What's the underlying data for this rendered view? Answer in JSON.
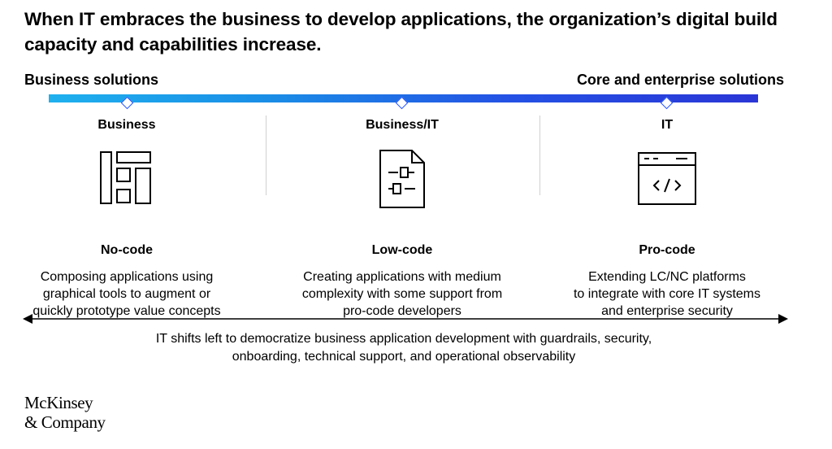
{
  "title": "When IT embraces the business to develop applications, the organization’s digital build capacity and capabilities increase.",
  "spectrum": {
    "left_label": "Business solutions",
    "right_label": "Core and enterprise solutions",
    "colors": {
      "start": "#1fb0ee",
      "end": "#2a36d6",
      "marker": "#2251ff"
    }
  },
  "columns": [
    {
      "header": "Business",
      "icon": "layout-grid-icon",
      "name": "No-code",
      "description": [
        "Composing applications using",
        "graphical tools to augment or",
        "quickly prototype value concepts"
      ]
    },
    {
      "header": "Business/IT",
      "icon": "document-components-icon",
      "name": "Low-code",
      "description": [
        "Creating applications with medium",
        "complexity with some support from",
        "pro-code developers"
      ]
    },
    {
      "header": "IT",
      "icon": "code-window-icon",
      "name": "Pro-code",
      "description": [
        "Extending LC/NC platforms",
        "to integrate with core IT systems",
        "and enterprise security"
      ]
    }
  ],
  "footer": [
    "IT shifts left to democratize business application development with guardrails, security,",
    "onboarding, technical support, and operational observability"
  ],
  "logo": [
    "McKinsey",
    "& Company"
  ]
}
